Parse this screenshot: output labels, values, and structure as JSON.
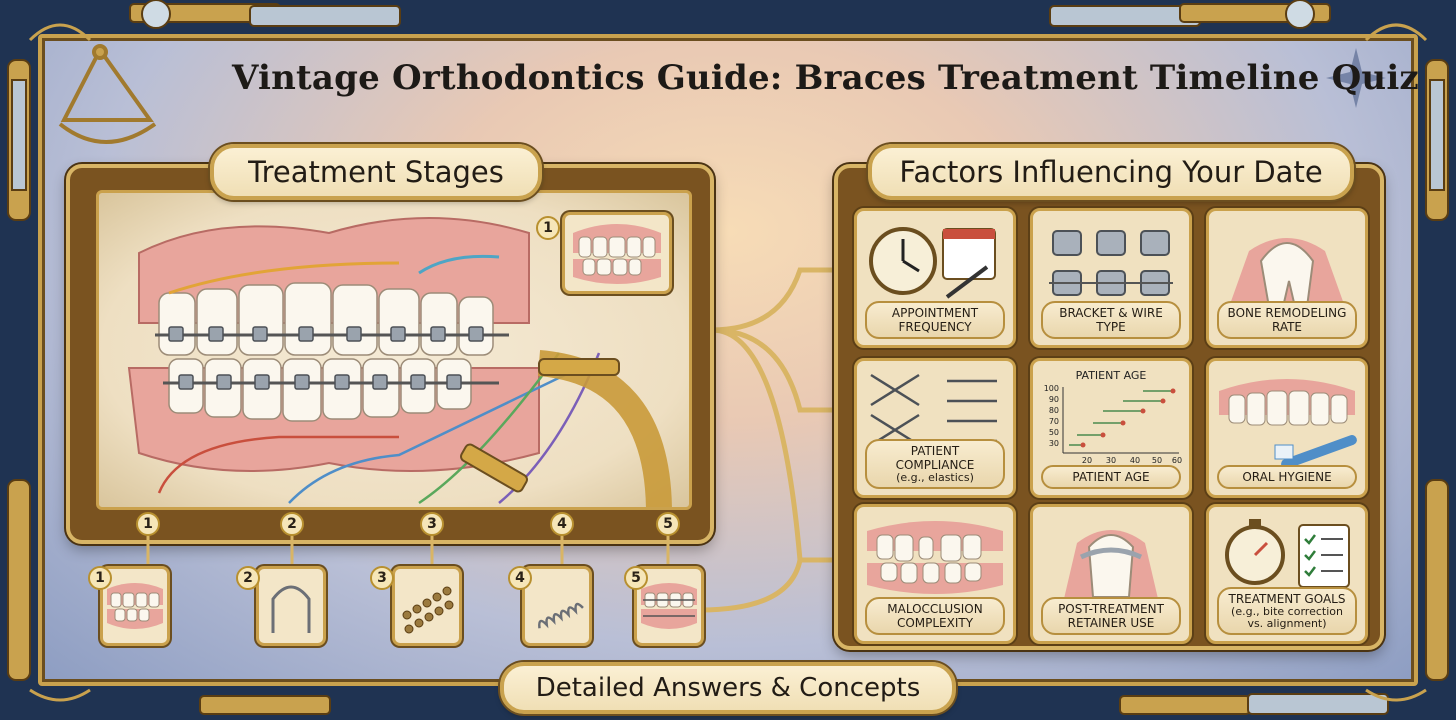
{
  "title": "Vintage Orthodontics Guide: Braces Treatment Timeline Quiz",
  "stages_banner": "Treatment Stages",
  "factors_banner": "Factors Influencing Your Date",
  "answers_banner": "Detailed Answers & Concepts",
  "stage_markers": [
    "1",
    "2",
    "3",
    "4",
    "5"
  ],
  "stage_cards": [
    {
      "number": "1",
      "icon": "teeth-icon"
    },
    {
      "number": "2",
      "icon": "archwire-icon"
    },
    {
      "number": "3",
      "icon": "chain-elastics-icon"
    },
    {
      "number": "4",
      "icon": "spring-icon"
    },
    {
      "number": "5",
      "icon": "braces-teeth-icon"
    }
  ],
  "factors": [
    {
      "label": "Appointment Frequency",
      "sub": "",
      "icon": "clock-calendar-icon"
    },
    {
      "label": "Bracket & Wire Type",
      "sub": "",
      "icon": "brackets-icon"
    },
    {
      "label": "Bone Remodeling Rate",
      "sub": "",
      "icon": "tooth-bone-icon"
    },
    {
      "label": "Patient Compliance",
      "sub": "(e.g., elastics)",
      "icon": "elastics-icon"
    },
    {
      "label": "Patient Age",
      "sub": "",
      "icon": "age-chart-icon"
    },
    {
      "label": "Oral Hygiene",
      "sub": "",
      "icon": "toothbrush-icon"
    },
    {
      "label": "Malocclusion Complexity",
      "sub": "",
      "icon": "malocclusion-icon"
    },
    {
      "label": "Post-Treatment Retainer Use",
      "sub": "",
      "icon": "retainer-icon"
    },
    {
      "label": "Treatment Goals",
      "sub": "(e.g., bite correction vs. alignment)",
      "icon": "stopwatch-checklist-icon"
    }
  ],
  "age_chart": {
    "title": "PATIENT AGE",
    "xlabel": "PATIENT AGE",
    "x_ticks": [
      "20",
      "30",
      "40",
      "50",
      "60"
    ],
    "y_ticks": [
      "100",
      "90",
      "80",
      "70",
      "50",
      "30"
    ]
  },
  "colors": {
    "gold": "#c9a24e",
    "navy": "#1f3352",
    "bronze": "#7a5320",
    "parchment": "#f0e1c0"
  }
}
